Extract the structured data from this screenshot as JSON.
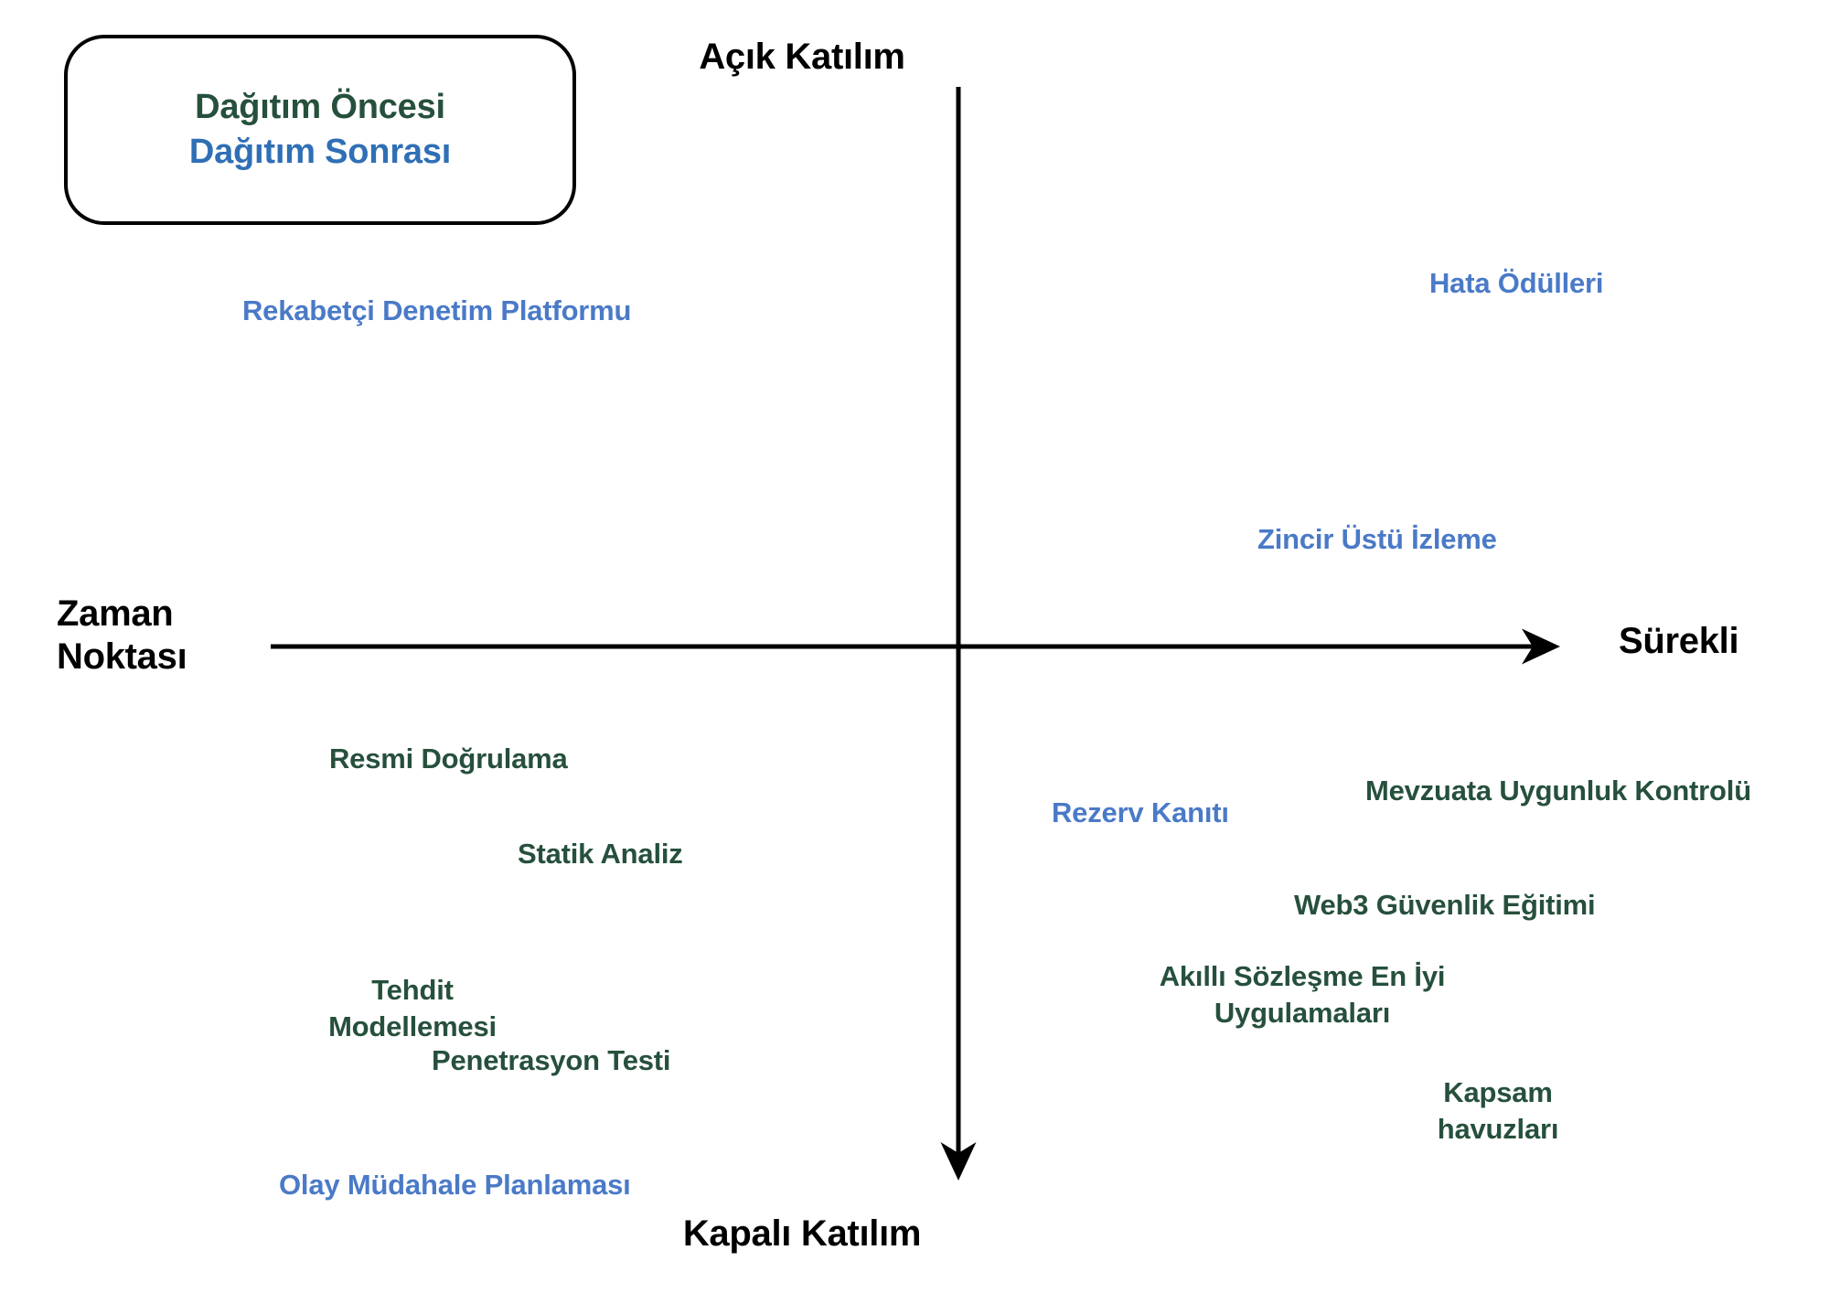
{
  "diagram": {
    "type": "quadrant-matrix",
    "title_absent": true,
    "colors": {
      "pre_deployment": "#26503c",
      "post_deployment": "#4a7ac7",
      "axis": "#000000",
      "background": "#ffffff"
    },
    "legend": {
      "pre_deployment_label": "Dağıtım Öncesi",
      "post_deployment_label": "Dağıtım Sonrası"
    },
    "axes": {
      "top_label": "Açık Katılım",
      "bottom_label": "Kapalı Katılım",
      "left_label": "Zaman Noktası",
      "right_label": "Sürekli",
      "x_axis_name": "Zaman Noktası — Sürekli",
      "y_axis_name": "Kapalı Katılım — Açık Katılım"
    },
    "items": [
      {
        "label": "Rekabetçi Denetim Platformu",
        "category": "post_deployment",
        "quadrant": "upper-left",
        "lines": [
          "Rekabetçi Denetim Platformu"
        ]
      },
      {
        "label": "Hata Ödülleri",
        "category": "post_deployment",
        "quadrant": "upper-right",
        "lines": [
          "Hata Ödülleri"
        ]
      },
      {
        "label": "Zincir Üstü İzleme",
        "category": "post_deployment",
        "quadrant": "upper-right",
        "lines": [
          "Zincir Üstü İzleme"
        ]
      },
      {
        "label": "Resmi Doğrulama",
        "category": "pre_deployment",
        "quadrant": "lower-left",
        "lines": [
          "Resmi Doğrulama"
        ]
      },
      {
        "label": "Statik Analiz",
        "category": "pre_deployment",
        "quadrant": "lower-left",
        "lines": [
          "Statik Analiz"
        ]
      },
      {
        "label": "Tehdit Modellemesi",
        "category": "pre_deployment",
        "quadrant": "lower-left",
        "lines": [
          "Tehdit",
          "Modellemesi"
        ]
      },
      {
        "label": "Penetrasyon Testi",
        "category": "pre_deployment",
        "quadrant": "lower-left",
        "lines": [
          "Penetrasyon Testi"
        ]
      },
      {
        "label": "Olay Müdahale Planlaması",
        "category": "post_deployment",
        "quadrant": "lower-left",
        "lines": [
          "Olay Müdahale Planlaması"
        ]
      },
      {
        "label": "Rezerv Kanıtı",
        "category": "post_deployment",
        "quadrant": "lower-right",
        "lines": [
          "Rezerv Kanıtı"
        ]
      },
      {
        "label": "Mevzuata Uygunluk Kontrolü",
        "category": "pre_deployment",
        "quadrant": "lower-right",
        "lines": [
          "Mevzuata Uygunluk Kontrolü"
        ]
      },
      {
        "label": "Web3 Güvenlik Eğitimi",
        "category": "pre_deployment",
        "quadrant": "lower-right",
        "lines": [
          "Web3 Güvenlik Eğitimi"
        ]
      },
      {
        "label": "Akıllı Sözleşme En İyi Uygulamaları",
        "category": "pre_deployment",
        "quadrant": "lower-right",
        "lines": [
          "Akıllı Sözleşme En İyi",
          "Uygulamaları"
        ]
      },
      {
        "label": "Kapsam havuzları",
        "category": "pre_deployment",
        "quadrant": "lower-right",
        "lines": [
          "Kapsam",
          "havuzları"
        ]
      }
    ]
  }
}
